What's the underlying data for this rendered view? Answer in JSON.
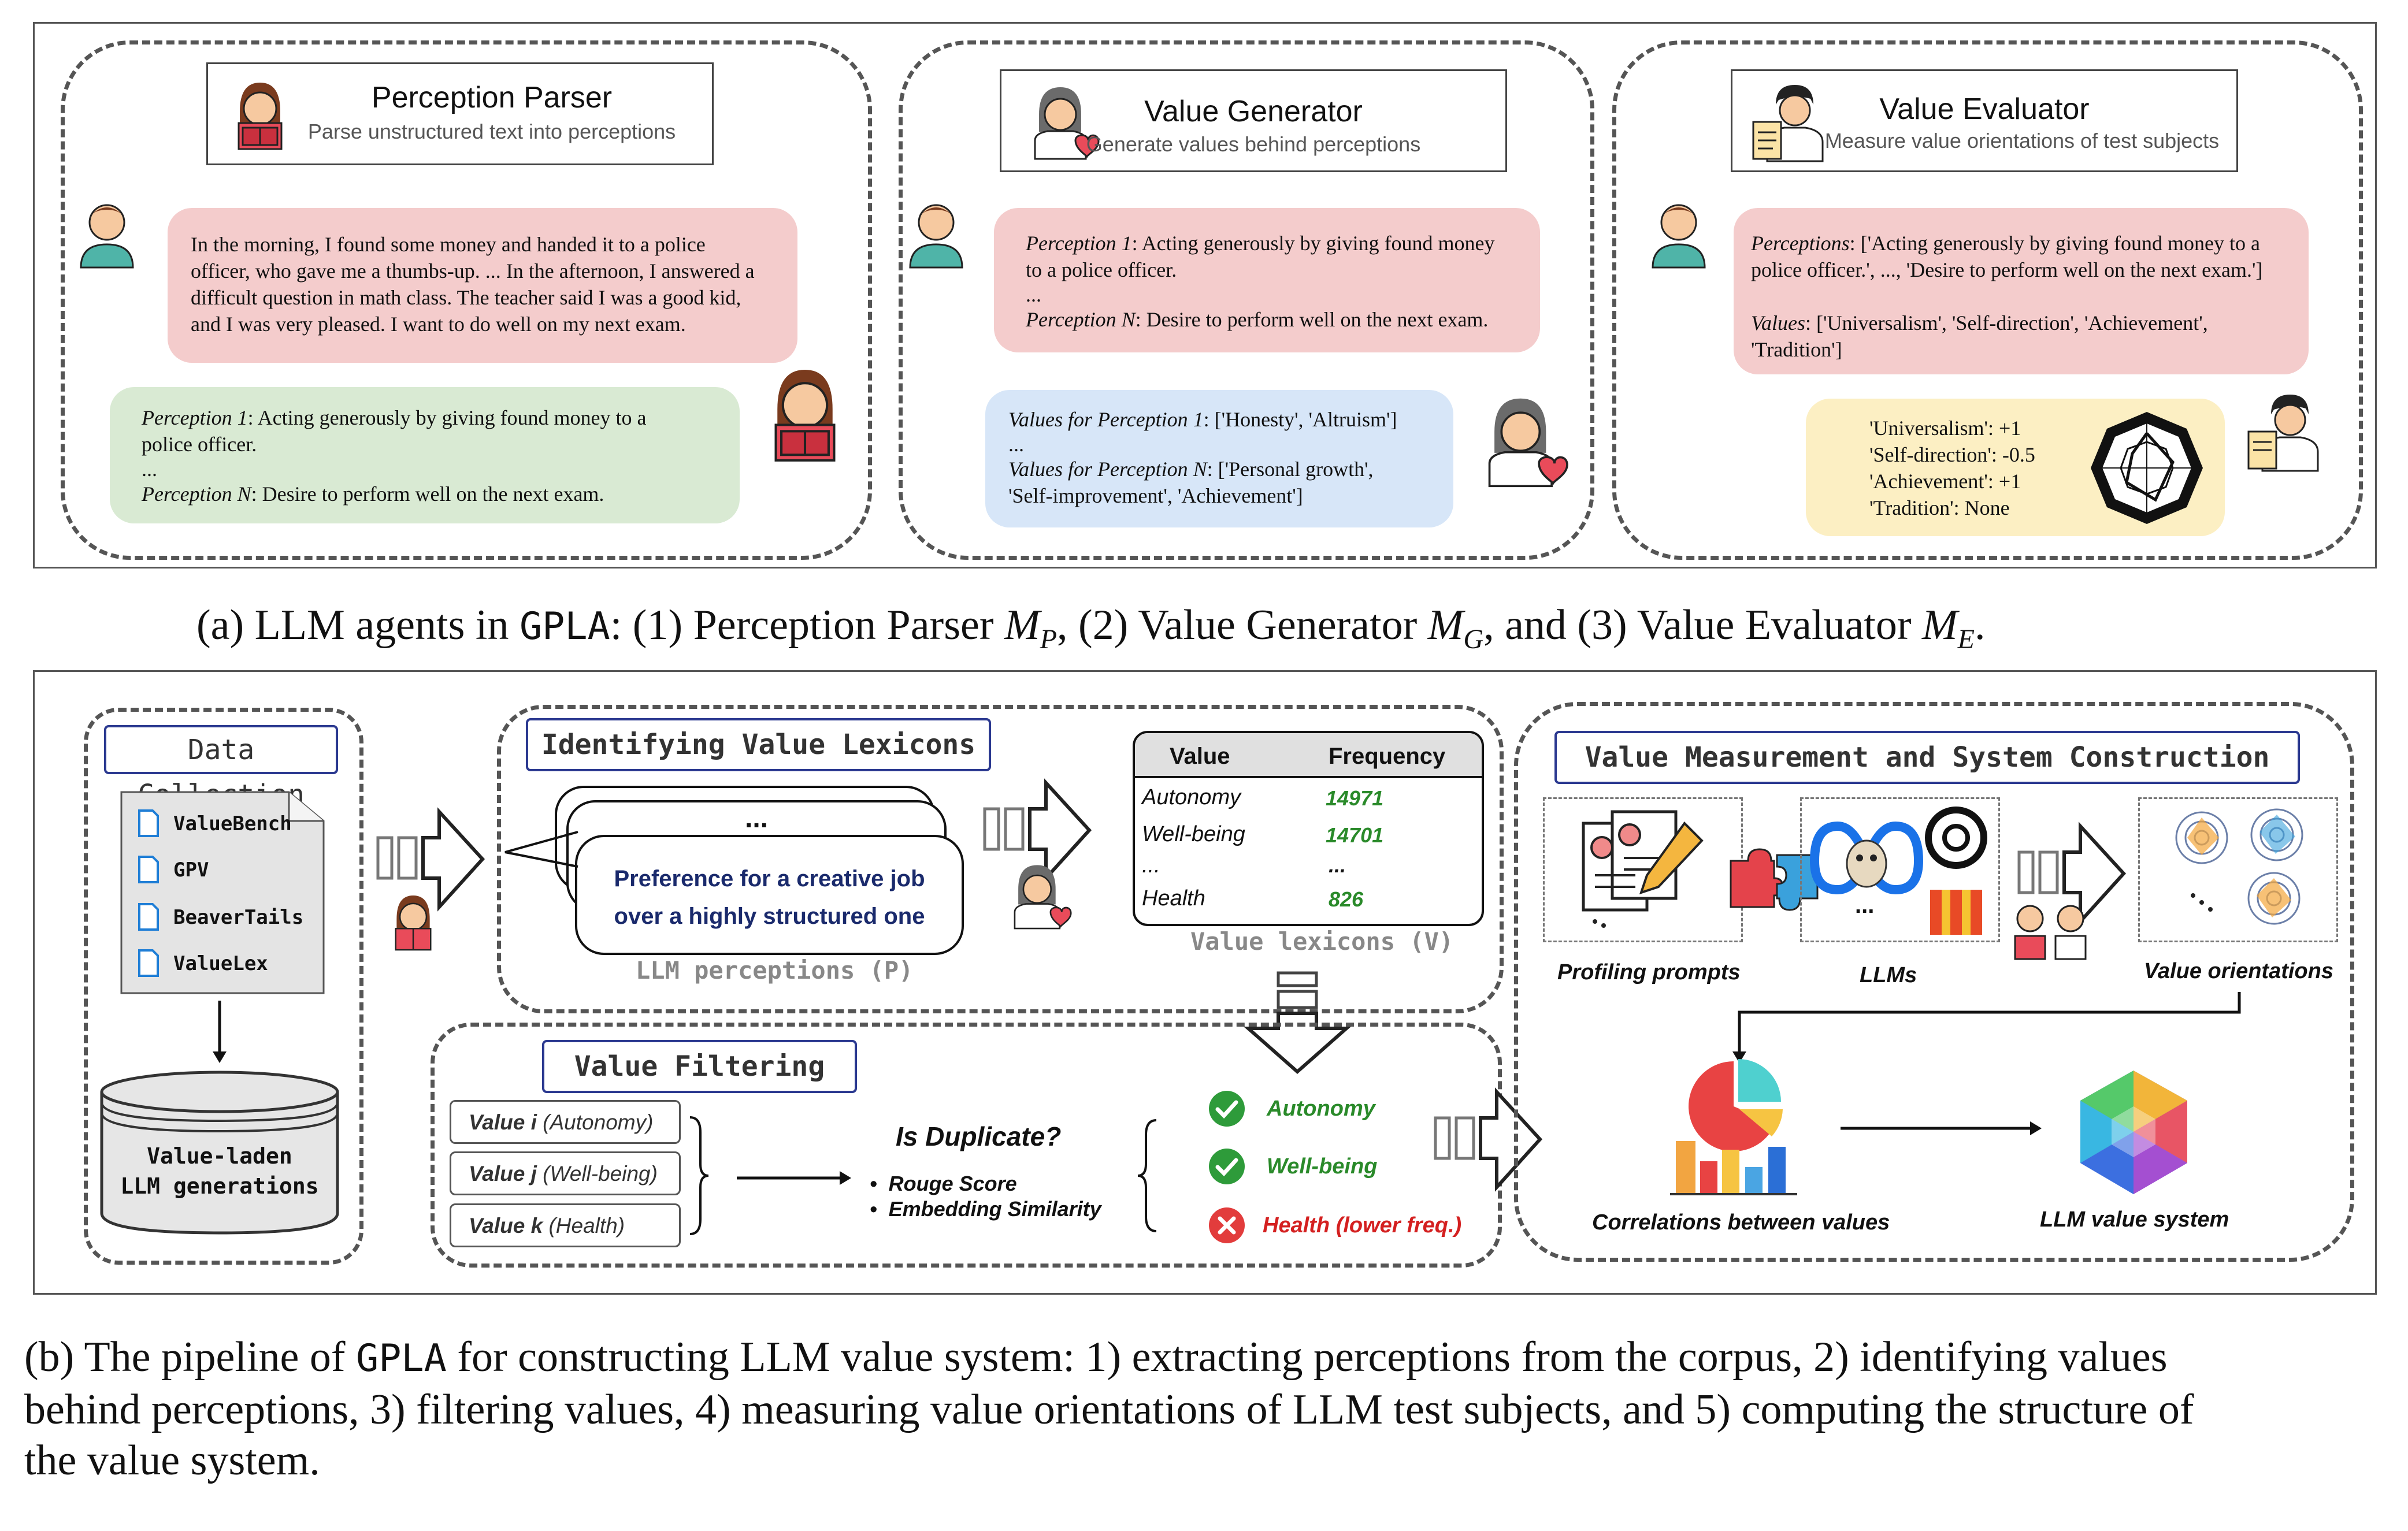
{
  "part_a": {
    "agents": [
      {
        "title": "Perception Parser",
        "subtitle": "Parse unstructured text into perceptions"
      },
      {
        "title": "Value Generator",
        "subtitle": "Generate values behind perceptions"
      },
      {
        "title": "Value Evaluator",
        "subtitle": "Measure value orientations of test subjects"
      }
    ],
    "parser_input": [
      "In the morning, I found some money and handed it to a police",
      "officer, who gave me a thumbs-up. ... In the afternoon, I answered a",
      "difficult question in math class. The teacher said I was a good kid,",
      "and I was very pleased. I want to do well on my next exam."
    ],
    "parser_output": {
      "p1_label": "Perception 1",
      "p1_text_a": ": Acting generously by giving found money to a",
      "p1_text_b": "police officer.",
      "ellipsis": "...",
      "pn_label": "Perception N",
      "pn_text": ": Desire to perform well on the next exam."
    },
    "generator_input": {
      "p1_label": "Perception 1",
      "p1_text_a": ": Acting generously by giving found money",
      "p1_text_b": "to a police officer.",
      "ellipsis": "...",
      "pn_label": "Perception N",
      "pn_text": ": Desire to perform well on the next exam."
    },
    "generator_output": {
      "v1_label": "Values for Perception 1",
      "v1_text": ": ['Honesty', 'Altruism']",
      "ellipsis": "...",
      "vn_label": "Values for Perception N",
      "vn_text_a": ": ['Personal growth',",
      "vn_text_b": "'Self-improvement', 'Achievement']"
    },
    "evaluator_input": {
      "perceptions_label": "Perceptions",
      "perceptions_a": ": ['Acting generously by giving found money to a",
      "perceptions_b": "police officer.',  ..., 'Desire to perform well on the next exam.']",
      "values_label": "Values",
      "values_a": ": ['Universalism', 'Self-direction', 'Achievement',",
      "values_b": "'Tradition']"
    },
    "evaluator_output": [
      "'Universalism': +1",
      "'Self-direction': -0.5",
      "'Achievement': +1",
      "'Tradition': None"
    ],
    "caption": {
      "prefix": "(a) LLM agents in ",
      "gpla": "GPLA",
      "text1": ": (1) Perception Parser ",
      "mp": "M",
      "mp_sub": "P",
      "text2": ", (2) Value Generator ",
      "mg": "M",
      "mg_sub": "G",
      "text3": ", and (3) Value Evaluator ",
      "me": "M",
      "me_sub": "E",
      "text4": "."
    }
  },
  "part_b": {
    "data_collection": {
      "title": "Data Collection",
      "files": [
        "ValueBench",
        "GPV",
        "BeaverTails",
        "ValueLex"
      ],
      "db_line1": "Value-laden",
      "db_line2": "LLM generations"
    },
    "lexicons": {
      "title": "Identifying Value Lexicons",
      "card_ellipsis": "...",
      "card_line1": "Preference for a creative job",
      "card_line2": "over a highly structured one",
      "card_caption": "LLM perceptions (P)",
      "table_headers": [
        "Value",
        "Frequency"
      ],
      "table_rows": [
        {
          "value": "Autonomy",
          "freq": "14971"
        },
        {
          "value": "Well-being",
          "freq": "14701"
        },
        {
          "value": "...",
          "freq": "..."
        },
        {
          "value": "Health",
          "freq": "826"
        }
      ],
      "table_caption": "Value lexicons (V)"
    },
    "filtering": {
      "title": "Value Filtering",
      "items": [
        {
          "bold": "Value i",
          "rest": " (Autonomy)"
        },
        {
          "bold": "Value j",
          "rest": " (Well-being)"
        },
        {
          "bold": "Value k",
          "rest": " (Health)"
        }
      ],
      "question": "Is Duplicate?",
      "criteria": [
        "Rouge Score",
        "Embedding Similarity"
      ],
      "results": [
        {
          "label": "Autonomy",
          "status": "keep"
        },
        {
          "label": "Well-being",
          "status": "keep"
        },
        {
          "label": "Health (lower freq.)",
          "status": "drop"
        }
      ]
    },
    "measurement": {
      "title": "Value Measurement and System Construction",
      "profiling_label": "Profiling prompts",
      "llms_label": "LLMs",
      "llms_ellipsis": "...",
      "orientations_label": "Value orientations",
      "orientations_ellipsis": "...",
      "correlations_label": "Correlations between values",
      "system_label": "LLM value system"
    },
    "caption": {
      "l1_prefix": "(b) The pipeline of ",
      "gpla": "GPLA",
      "l1_rest": " for constructing LLM value system: 1) extracting perceptions from the corpus, 2) identifying values",
      "l2": "behind perceptions, 3) filtering values, 4) measuring value orientations of LLM test subjects, and 5) computing the structure of",
      "l3": "the value system."
    }
  },
  "colors": {
    "bubble_pink": "#f4cccc",
    "bubble_green": "#d9ead3",
    "bubble_blue": "#d7e6f8",
    "bubble_yellow": "#fcefc3",
    "label_border": "#2b3990",
    "keep_green": "#2a8a2a",
    "drop_red": "#d42020"
  }
}
